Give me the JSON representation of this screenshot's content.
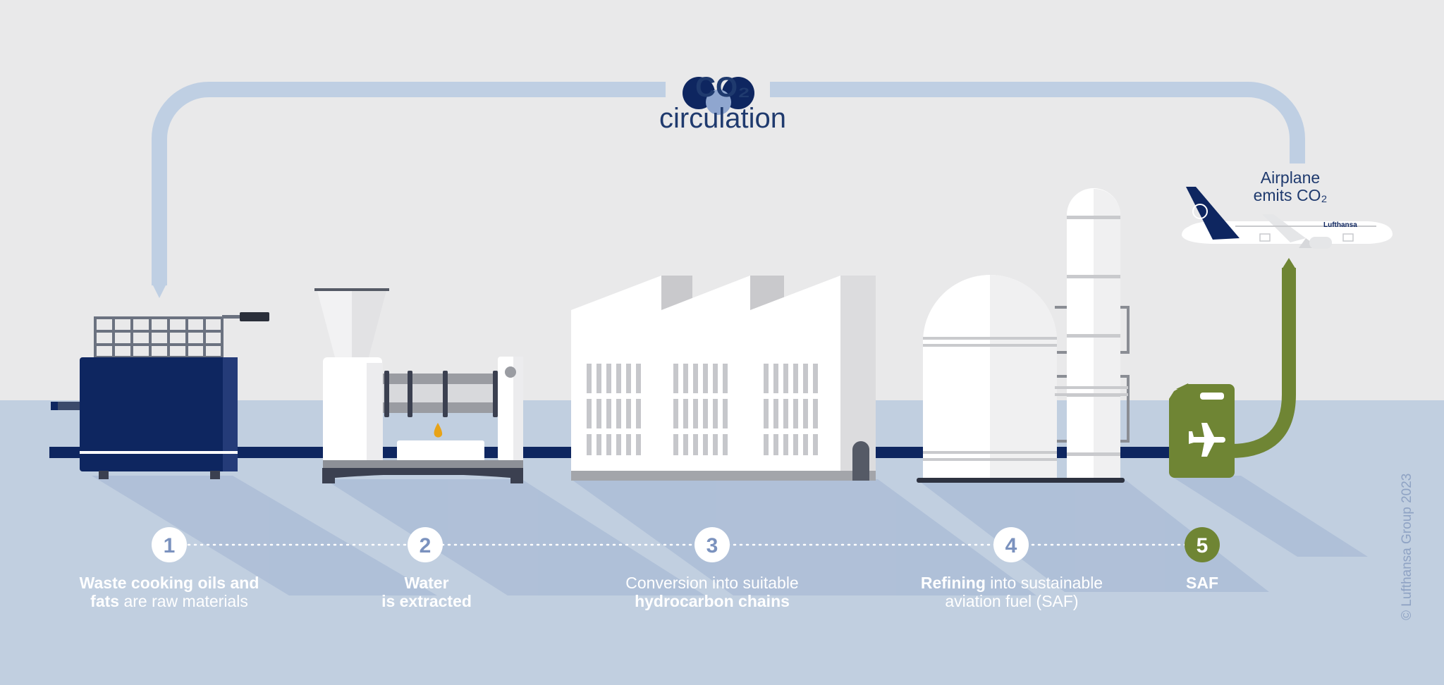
{
  "header": {
    "molecule": "CO₂",
    "title": "circulation"
  },
  "airplane": {
    "line1": "Airplane",
    "line2": "emits CO₂",
    "livery": "Lufthansa"
  },
  "steps": [
    {
      "number": "1",
      "bold_a": "Waste cooking oils and",
      "bold_b": "fats",
      "rest_b": " are raw materials"
    },
    {
      "number": "2",
      "bold_a": "Water",
      "bold_b": "is extracted"
    },
    {
      "number": "3",
      "plain_a": "Conversion into suitable",
      "bold_b": "hydrocarbon chains"
    },
    {
      "number": "4",
      "bold_a": "Refining",
      "rest_a": " into sustainable",
      "plain_b": "aviation fuel (SAF)"
    },
    {
      "number": "5",
      "bold_a": "SAF"
    }
  ],
  "copyright": "© Lufthansa Group 2023",
  "colors": {
    "background": "#e9e9ea",
    "ground": "#c1cfe0",
    "navy": "#0e2660",
    "loop": "#bfcfe3",
    "green": "#6f8534",
    "label_navy": "#1f3a6e"
  }
}
